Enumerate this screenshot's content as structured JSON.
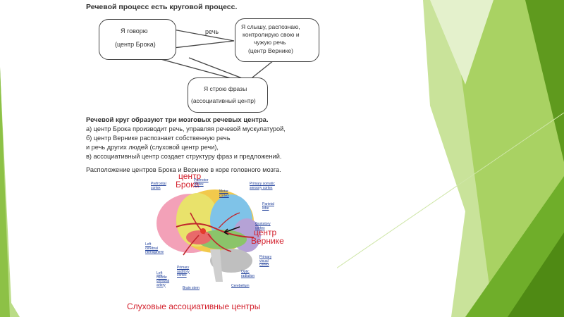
{
  "diagram": {
    "title": "Речевой процесс есть круговой процесс.",
    "box_speaker": {
      "line1": "Я говорю",
      "line2": "(центр Брока)"
    },
    "arrow_label": "речь",
    "box_listener": {
      "line1": "Я слышу, распознаю,",
      "line2": "контролирую свою и",
      "line3": "чужую речь",
      "line4": "(центр Вернике)"
    },
    "box_assoc": {
      "line1": "Я строю фразы",
      "line2": "(ассоциативный центр)"
    }
  },
  "text": {
    "heading": "Речевой круг образуют три мозговых речевых центра.",
    "line_a": "а) центр Брока производит речь, управляя речевой мускулатурой,",
    "line_b1": "б) центр Вернике распознает собственную речь",
    "line_b2": "и речь других людей (слуховой центр речи),",
    "line_c": "в) ассоциативный центр создает структуру фраз и предложений.",
    "caption": "Расположение центров Брока и Вернике в коре головного мозга."
  },
  "figure": {
    "broca_label": [
      "центр",
      "Брока"
    ],
    "wernicke_label": [
      "центр",
      "Вернике"
    ],
    "bottom_caption": "Слуховые ассоциативные центры",
    "small_labels": {
      "prefrontal": [
        "Prefrontal",
        "cortex"
      ],
      "premotor": [
        "Premotor",
        "cortex"
      ],
      "motor": [
        "Motor",
        "cortex"
      ],
      "somatic": [
        "Primary somatic",
        "sensory cortex"
      ],
      "parietal": [
        "Parietal",
        "lobe"
      ],
      "gustatory": [
        "Gustatory",
        "cortex"
      ],
      "left_hemi": [
        "Left",
        "cerebral",
        "hemisphere"
      ],
      "left_artery": [
        "Left",
        "middle",
        "cerebral",
        "artery"
      ],
      "auditory": [
        "Primary",
        "auditory",
        "cortex"
      ],
      "visual": [
        "Primary",
        "visual",
        "cortex"
      ],
      "optic": [
        "Optic",
        "radiation"
      ],
      "brainstem": [
        "Brain stem"
      ],
      "cerebellum": [
        "Cerebellum"
      ]
    }
  },
  "colors": {
    "green_dark": "#5f9a1e",
    "green_mid": "#8dc63f",
    "green_light": "#c5e08d",
    "label_red": "#d3202c"
  }
}
